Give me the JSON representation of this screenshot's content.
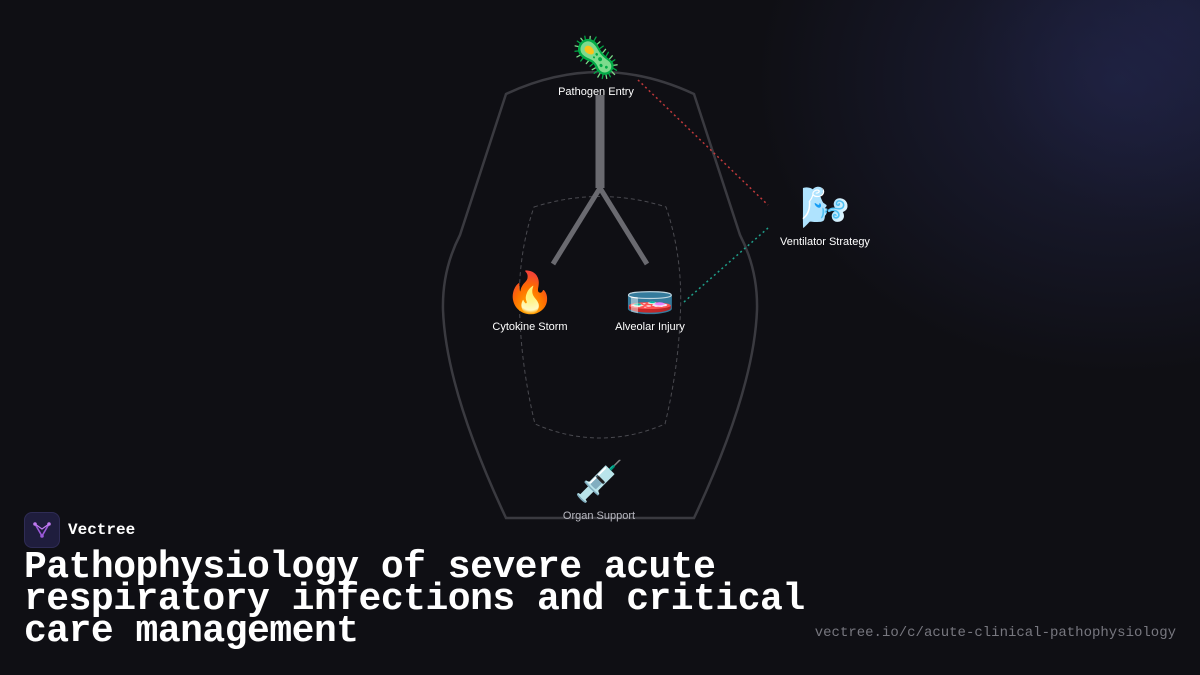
{
  "brand": {
    "name": "Vectree",
    "logo_icon": "vectree-logo-icon"
  },
  "title": "Pathophysiology of severe acute respiratory infections and critical care management",
  "url": "vectree.io/c/acute-clinical-pathophysiology",
  "nodes": {
    "pathogen": {
      "label": "Pathogen Entry",
      "glyph": "🦠",
      "icon": "microbe-icon"
    },
    "ventilator": {
      "label": "Ventilator Strategy",
      "glyph": "🌬️",
      "icon": "wind-face-icon"
    },
    "cytokine": {
      "label": "Cytokine Storm",
      "glyph": "🔥",
      "icon": "fire-icon"
    },
    "alveolar": {
      "label": "Alveolar Injury",
      "glyph": "🧫",
      "icon": "petri-dish-icon"
    },
    "organ": {
      "label": "Organ Support",
      "glyph": "💉",
      "icon": "syringe-icon"
    }
  },
  "colors": {
    "background": "#0f0f14",
    "outline": "#3a3a40",
    "airway": "#6a6a70",
    "link_red": "#c0393b",
    "link_teal": "#1f9e8a"
  }
}
